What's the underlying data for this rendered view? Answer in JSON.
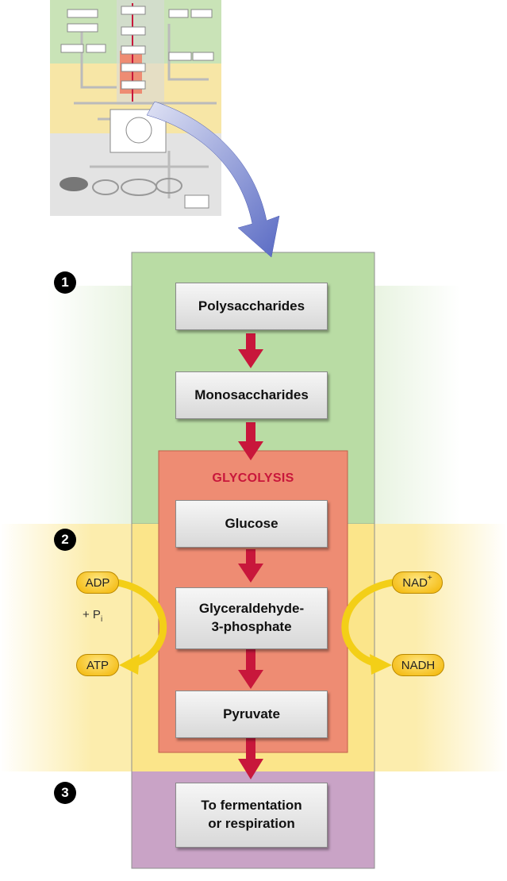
{
  "diagram": {
    "steps": {
      "polysaccharides": "Polysaccharides",
      "monosaccharides": "Monosaccharides",
      "glucose": "Glucose",
      "g3p_line1": "Glyceraldehyde-",
      "g3p_line2": "3-phosphate",
      "pyruvate": "Pyruvate",
      "fermentation_line1": "To fermentation",
      "fermentation_line2": "or respiration"
    },
    "glycolysis_label": "GLYCOLYSIS",
    "stage_numbers": [
      "1",
      "2",
      "3"
    ],
    "cofactors": {
      "adp": "ADP",
      "plus_pi": "+ P",
      "pi_sub": "i",
      "atp": "ATP",
      "nad": "NAD",
      "nad_sup": "+",
      "nadh": "NADH"
    }
  },
  "colors": {
    "stage1": "#b9dca4",
    "stage2": "#fbe58a",
    "stage3": "#c9a3c6",
    "glycolysis": "#ee8c73",
    "arrow": "#c8173b",
    "cofactor_arrow": "#f3cf17",
    "big_arrow": "#6f7fcf"
  }
}
